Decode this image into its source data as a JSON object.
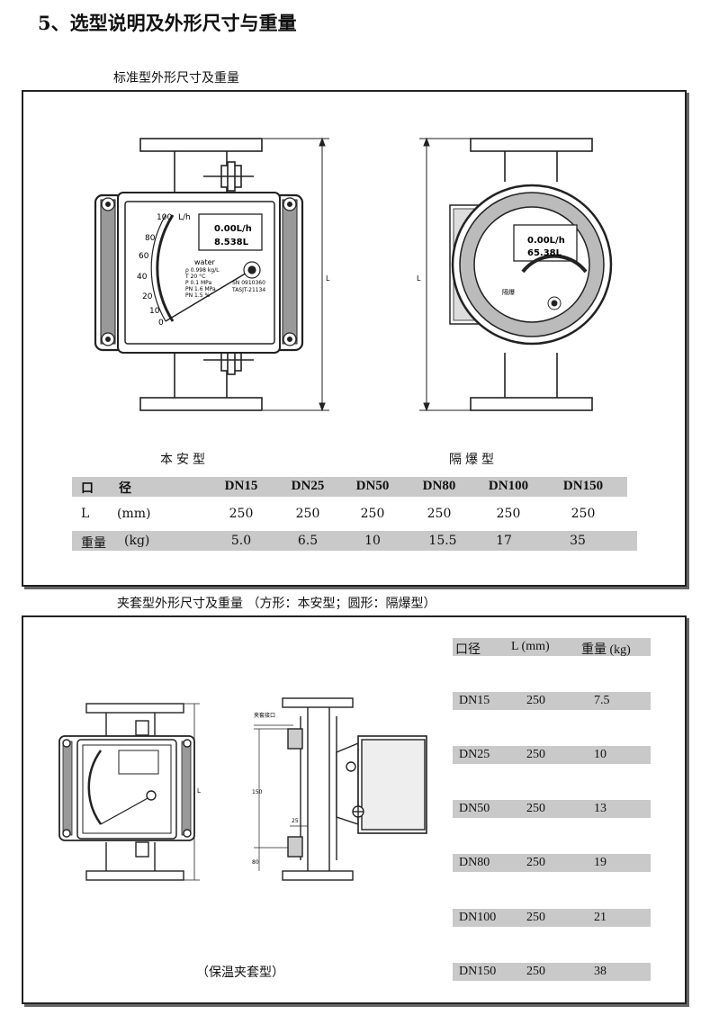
{
  "heading": "5、选型说明及外形尺寸与重量",
  "section1": {
    "caption": "标准型外形尺寸及重量",
    "type_left": "本安型",
    "type_right": "隔爆型",
    "gauge": {
      "scale": [
        "100",
        "80",
        "60",
        "40",
        "20",
        "10",
        "0"
      ],
      "unit": "L/h",
      "lcd_top": "0.00L/h",
      "lcd_bottom": "8.538L",
      "medium": "water",
      "spec_lines": [
        "ρ 0.998 kg/L",
        "T 20 °C",
        "P 0.1 MPa",
        "PN 1.6 MPa",
        "PN 1.5 %"
      ],
      "serial": [
        "SN 0910360",
        "TASJT-21134"
      ]
    },
    "round_gauge": {
      "lcd_top": "0.00L/h",
      "lcd_bottom": "65.38L",
      "label": "隔爆"
    },
    "dim_L": "L",
    "table": {
      "header": {
        "label": "口　　径",
        "cols": [
          "DN15",
          "DN25",
          "DN50",
          "DN80",
          "DN100",
          "DN150"
        ]
      },
      "row_L": {
        "label": "L",
        "unit": "(mm)",
        "values": [
          "250",
          "250",
          "250",
          "250",
          "250",
          "250"
        ]
      },
      "row_W": {
        "label": "重量",
        "unit": "(kg)",
        "values": [
          "5.0",
          "6.5",
          "10",
          "15.5",
          "17",
          "35"
        ]
      }
    }
  },
  "section2": {
    "caption": "夹套型外形尺寸及重量 （方形：本安型；圆形：隔爆型）",
    "drawing_caption": "（保温夹套型）",
    "dims": {
      "L": "L",
      "d25": "25",
      "d150": "150",
      "d_side": "80",
      "note": "夹套接口"
    },
    "table": {
      "headers": [
        "口径",
        "L (mm)",
        "重量 (kg)"
      ],
      "rows": [
        [
          "DN15",
          "250",
          "7.5"
        ],
        [
          "DN25",
          "250",
          "10"
        ],
        [
          "DN50",
          "250",
          "13"
        ],
        [
          "DN80",
          "250",
          "19"
        ],
        [
          "DN100",
          "250",
          "21"
        ],
        [
          "DN150",
          "250",
          "38"
        ]
      ]
    }
  }
}
